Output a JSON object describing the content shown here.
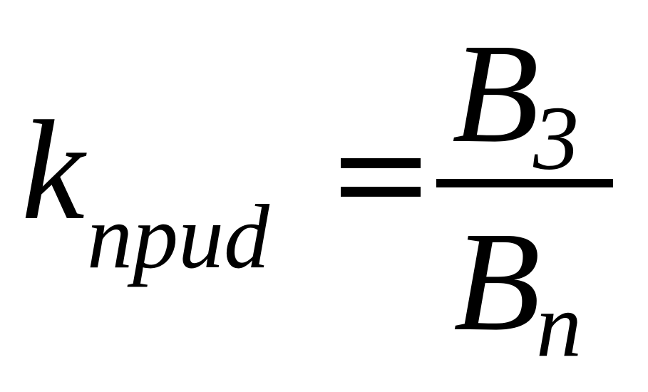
{
  "formula": {
    "lhs": {
      "symbol": "k",
      "subscript": "npud"
    },
    "numerator": {
      "symbol": "B",
      "subscript": "3"
    },
    "denominator": {
      "symbol": "B",
      "subscript": "n"
    }
  }
}
